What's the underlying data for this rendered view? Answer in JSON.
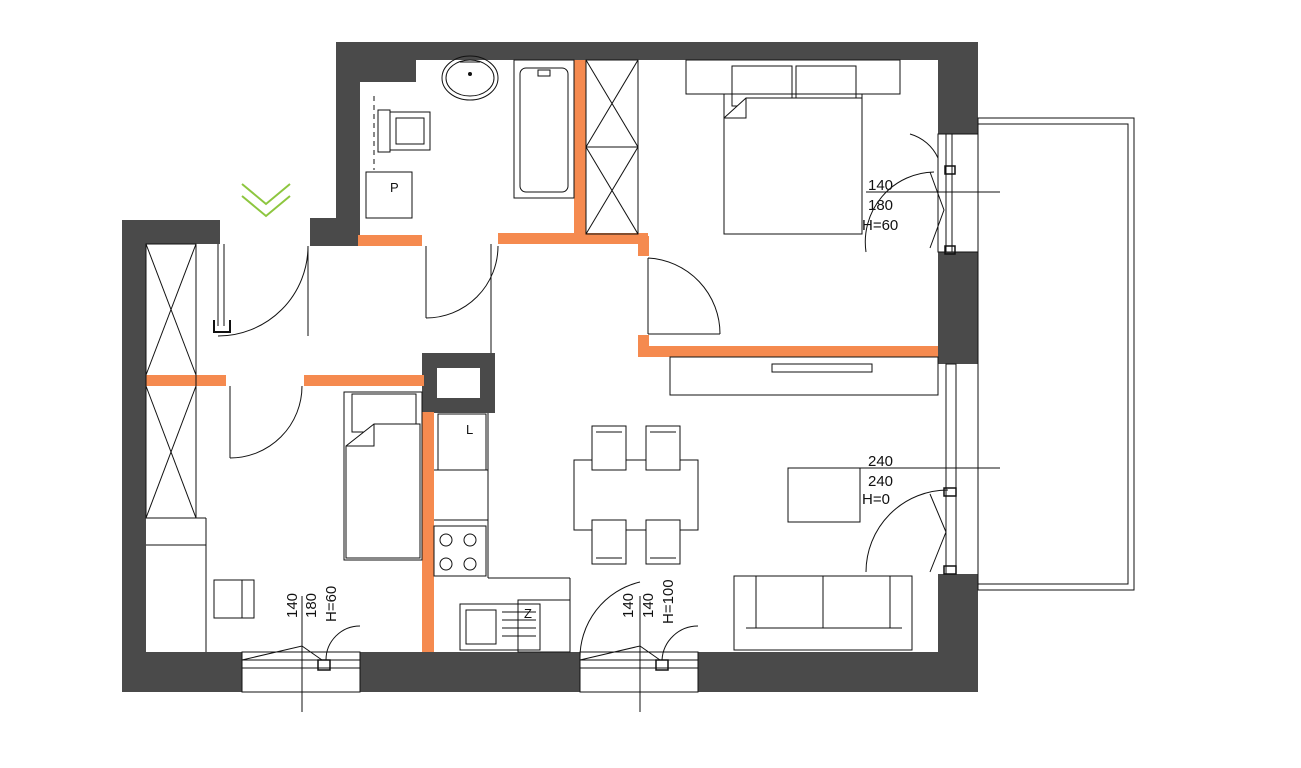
{
  "plan": {
    "window_labels": {
      "bedroom_window": {
        "width": "140",
        "height": "180",
        "sill": "H=60"
      },
      "living_window": {
        "width": "240",
        "height": "240",
        "sill": "H=0"
      },
      "room_bottom_window": {
        "width": "140",
        "height": "180",
        "sill": "H=60"
      },
      "kitchen_window": {
        "width": "140",
        "height": "140",
        "sill": "H=100"
      }
    },
    "fixture_labels": {
      "washer": "P",
      "fridge": "L",
      "dishwasher": "Z"
    },
    "entrance_icon": "double-chevron-down-icon",
    "colors": {
      "walls": "#4a4a4a",
      "partitions": "#f58a4f",
      "entrance_marker": "#8dc63f",
      "lines": "#111111"
    }
  }
}
